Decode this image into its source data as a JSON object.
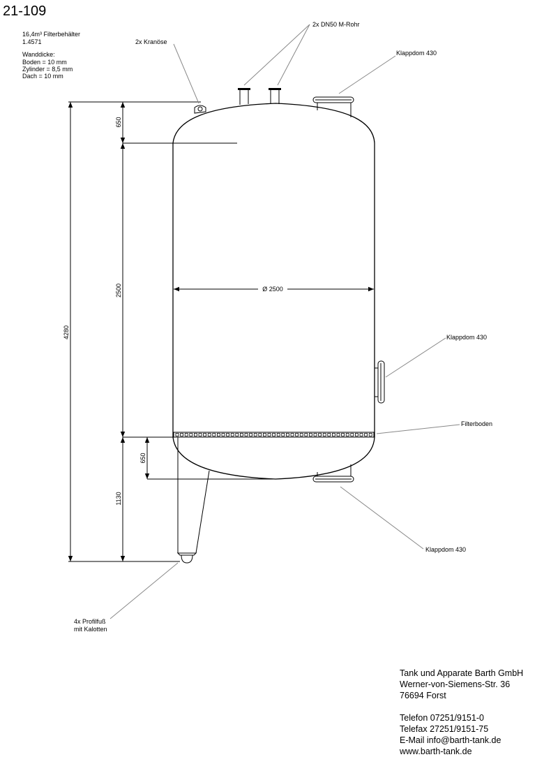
{
  "drawing_number": "21-109",
  "specs": {
    "product": "16,4m³ Filterbehälter",
    "material": "1.4571",
    "wall_thickness_title": "Wanddicke:",
    "bottom": "Boden = 10 mm",
    "cylinder": "Zylinder = 8,5 mm",
    "roof": "Dach = 10 mm"
  },
  "labels": {
    "nozzles": "2x DN50 M-Rohr",
    "lifting_lugs": "2x Kranöse",
    "manhole_top": "Klappdom 430",
    "manhole_side": "Klappdom 430",
    "filter_floor": "Filterboden",
    "manhole_bottom": "Klappdom 430",
    "legs_line1": "4x Profilfuß",
    "legs_line2": "mit Kalotten"
  },
  "dimensions": {
    "total_height": "4280",
    "roof_height": "650",
    "cylinder_height": "2500",
    "bottom_section_height": "1130",
    "bottom_dish_height": "650",
    "diameter": "Ø 2500"
  },
  "company": {
    "name": "Tank und Apparate Barth GmbH",
    "street": "Werner-von-Siemens-Str. 36",
    "city": "76694 Forst",
    "phone": "Telefon 07251/9151-0",
    "fax": "Telefax 27251/9151-75",
    "email": "E-Mail info@barth-tank.de",
    "web": "www.barth-tank.de"
  }
}
